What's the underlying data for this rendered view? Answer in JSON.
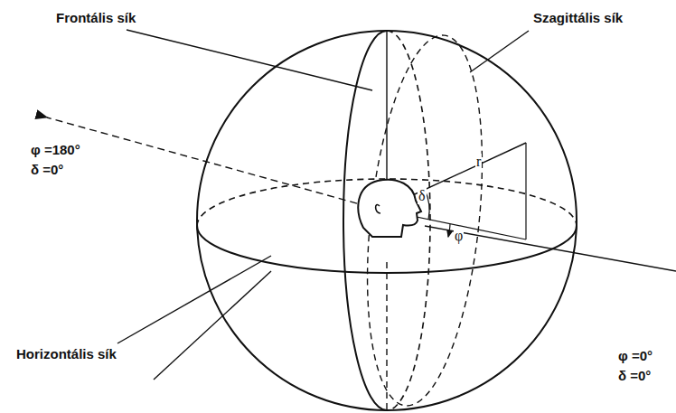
{
  "diagram": {
    "labels": [
      "Frontális sík",
      "Szagittális sík",
      "φ =180°",
      "δ =0°",
      "Horizontális sík",
      "φ =0°",
      "δ =0°",
      "r",
      "δ",
      "φ"
    ]
  }
}
